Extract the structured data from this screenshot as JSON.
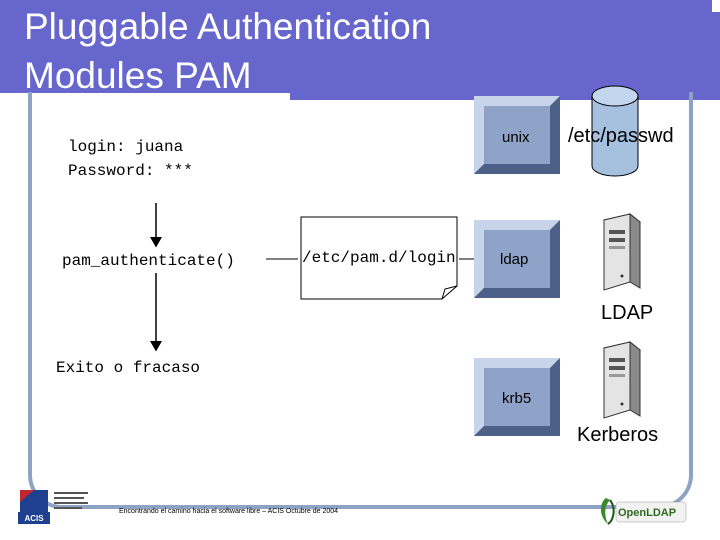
{
  "slide": {
    "title_line1": "Pluggable Authentication",
    "title_line2": "Modules PAM"
  },
  "terminal": {
    "login_line": "login: juana",
    "password_line": "Password: ***"
  },
  "flow": {
    "call": "pam_authenticate()",
    "result": "Exito o fracaso"
  },
  "config_file": {
    "path": "/etc/pam.d/login"
  },
  "modules": [
    {
      "label": "unix",
      "backend": "/etc/passwd"
    },
    {
      "label": "ldap",
      "backend": "LDAP"
    },
    {
      "label": "krb5",
      "backend": "Kerberos"
    }
  ],
  "footer": {
    "text": "Encontrando el camino hacia el software libre – ACIS Octubre de 2004",
    "acis_logo_text": "ACIS",
    "openldap_logo_text": "OpenLDAP"
  },
  "colors": {
    "title_band": "#6666cc",
    "frame": "#8ea2c4",
    "module_box": "#8fa3c8",
    "database": "#a6c0e0"
  }
}
